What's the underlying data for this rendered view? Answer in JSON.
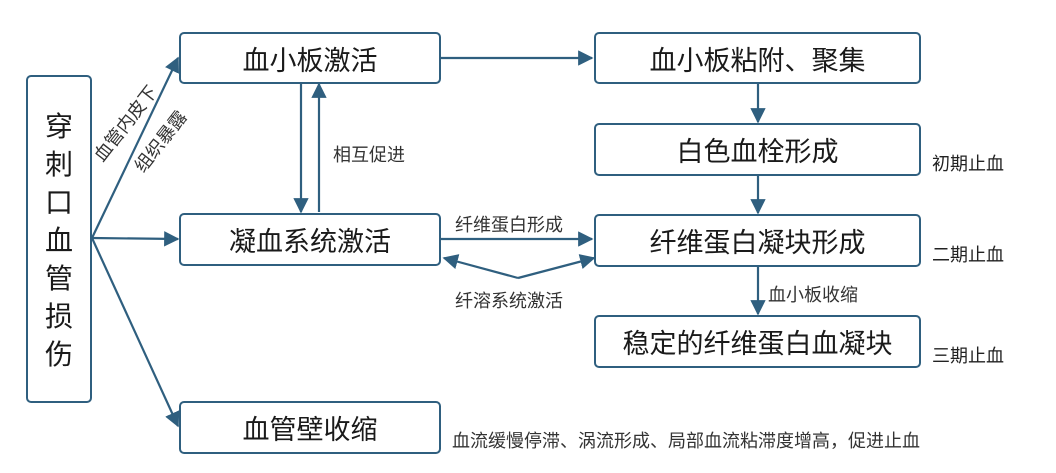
{
  "diagram": {
    "source_box": [
      "穿",
      "刺",
      "口",
      "血",
      "管",
      "损",
      "伤"
    ],
    "boxes": {
      "platelet_activation": "血小板激活",
      "platelet_adhesion": "血小板粘附、聚集",
      "white_thrombus": "白色血栓形成",
      "coagulation_activation": "凝血系统激活",
      "fibrin_clot": "纤维蛋白凝块形成",
      "stable_clot": "稳定的纤维蛋白血凝块",
      "vessel_contraction": "血管壁收缩"
    },
    "labels": {
      "endothelium_1": "血管内皮下",
      "endothelium_2": "组织暴露",
      "mutual_promotion": "相互促进",
      "fibrin_formation": "纤维蛋白形成",
      "fibrinolysis": "纤溶系统激活",
      "platelet_contraction": "血小板收缩",
      "blood_flow_note": "血流缓慢停滞、涡流形成、局部血流粘滞度增高，促进止血"
    },
    "stages": {
      "initial": "初期止血",
      "second": "二期止血",
      "third": "三期止血"
    },
    "colors": {
      "border": "#2f5f7f",
      "arrow": "#2f5f7f"
    }
  }
}
